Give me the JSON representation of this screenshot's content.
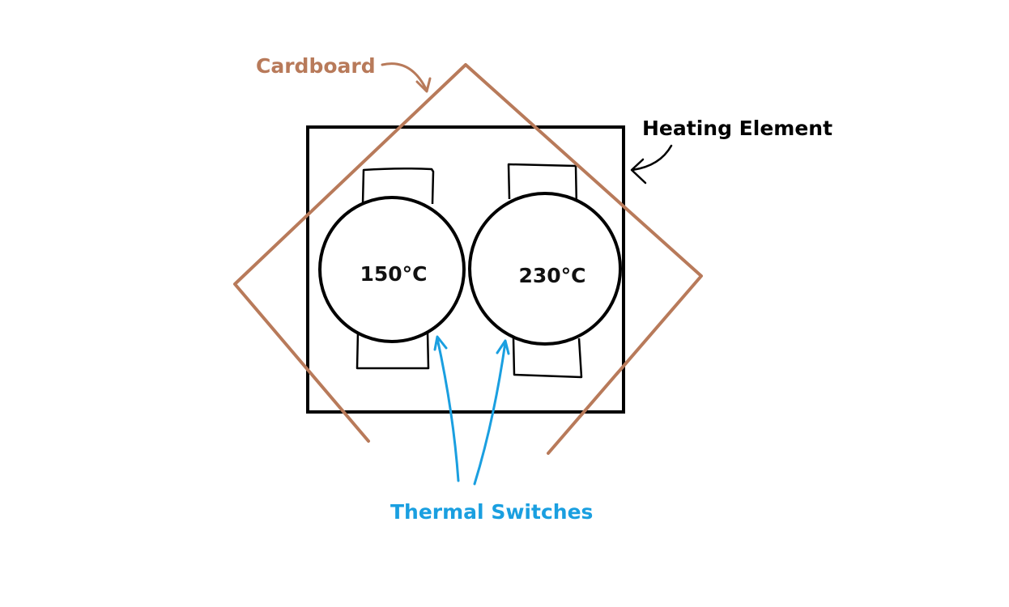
{
  "labels": {
    "cardboard": "Cardboard",
    "heating_element": "Heating Element",
    "thermal_switches": "Thermal Switches"
  },
  "switches": [
    {
      "temperature": "150°C"
    },
    {
      "temperature": "230°C"
    }
  ],
  "colors": {
    "cardboard": "#b87a5a",
    "outline": "#000000",
    "annotation": "#1a9fe0",
    "background": "#ffffff"
  }
}
